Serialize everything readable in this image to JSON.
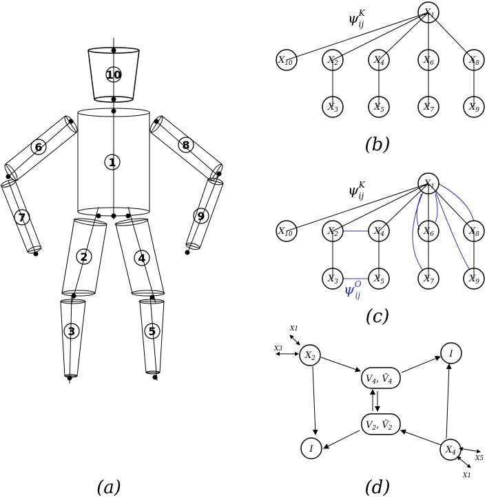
{
  "panel_labels": {
    "a": "(a)",
    "b": "(b)",
    "c": "(c)",
    "d": "(d)"
  },
  "body_parts": [
    "10",
    "1",
    "6",
    "7",
    "8",
    "9",
    "2",
    "3",
    "4",
    "5"
  ],
  "tree_b": {
    "root": {
      "base": "X",
      "sub": "1"
    },
    "children": [
      {
        "base": "X",
        "sub": "10"
      },
      {
        "base": "X",
        "sub": "2"
      },
      {
        "base": "X",
        "sub": "4"
      },
      {
        "base": "X",
        "sub": "6"
      },
      {
        "base": "X",
        "sub": "8"
      }
    ],
    "leaves": [
      {
        "base": "X",
        "sub": "3"
      },
      {
        "base": "X",
        "sub": "5"
      },
      {
        "base": "X",
        "sub": "7"
      },
      {
        "base": "X",
        "sub": "9"
      }
    ],
    "edge_label": {
      "base": "ψ",
      "sup": "K",
      "sub": "ij"
    }
  },
  "graph_c": {
    "root": {
      "base": "X",
      "sub": "1"
    },
    "children": [
      {
        "base": "X",
        "sub": "10"
      },
      {
        "base": "X",
        "sub": "2"
      },
      {
        "base": "X",
        "sub": "4"
      },
      {
        "base": "X",
        "sub": "6"
      },
      {
        "base": "X",
        "sub": "8"
      }
    ],
    "leaves": [
      {
        "base": "X",
        "sub": "3"
      },
      {
        "base": "X",
        "sub": "5"
      },
      {
        "base": "X",
        "sub": "7"
      },
      {
        "base": "X",
        "sub": "9"
      }
    ],
    "edge_label_k": {
      "base": "ψ",
      "sup": "K",
      "sub": "ij"
    },
    "edge_label_o": {
      "base": "ψ",
      "sup": "O",
      "sub": "ij"
    }
  },
  "graph_d": {
    "x2": {
      "base": "X",
      "sub": "2"
    },
    "x4": {
      "base": "X",
      "sub": "4"
    },
    "v4": {
      "pre": "V",
      "sub1": "4",
      "mid": ", V̂",
      "sub2": "4"
    },
    "v2": {
      "pre": "V",
      "sub1": "2",
      "mid": ", V̂",
      "sub2": "2"
    },
    "image_node_label": "I",
    "x2_in": [
      "X1",
      "X3"
    ],
    "x4_in": [
      "X5",
      "X1"
    ]
  },
  "colors": {
    "blue_edges": "#2b2fa0",
    "image_node_fill": "#bdbdbd"
  }
}
